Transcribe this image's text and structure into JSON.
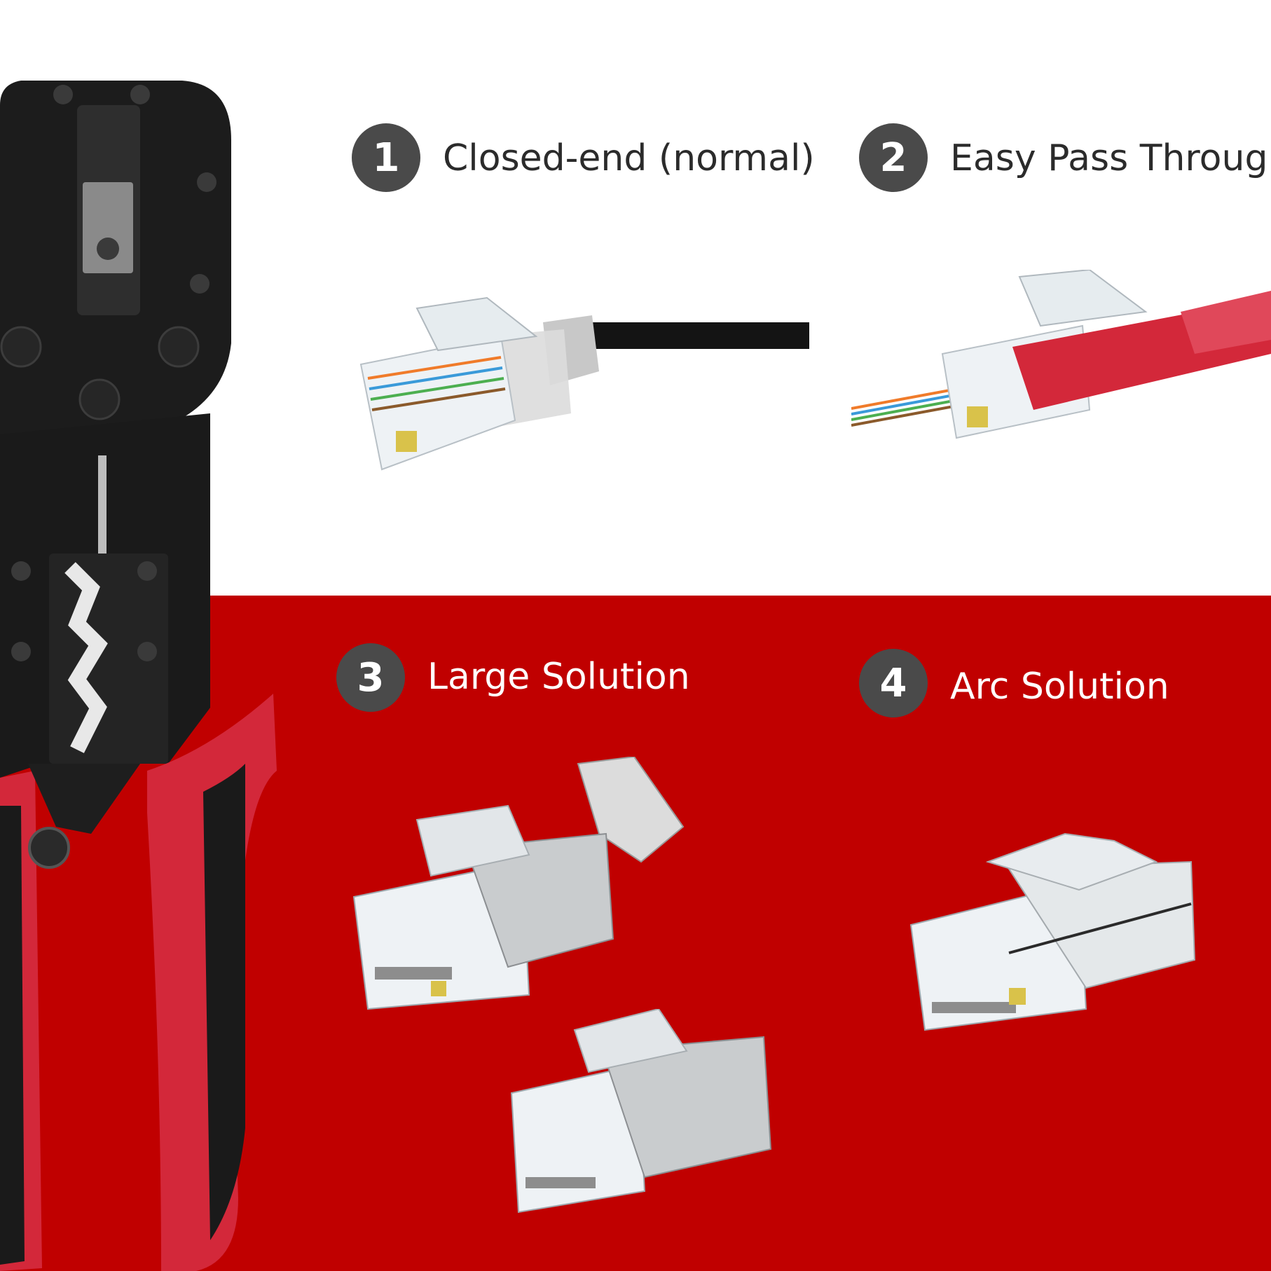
{
  "colors": {
    "top_background": "#ffffff",
    "bottom_background": "#c00000",
    "badge": "#4a4a4a",
    "tool_body": "#1c1c1c",
    "tool_grip": "#d3283a"
  },
  "sections": [
    {
      "number": "1",
      "title": "Closed-end (normal)"
    },
    {
      "number": "2",
      "title": "Easy Pass Through"
    },
    {
      "number": "3",
      "title": "Large Solution"
    },
    {
      "number": "4",
      "title": "Arc Solution"
    }
  ],
  "pictures": {
    "tool": "crimping-tool",
    "plug1": "closed-end-rj45-plug-with-black-cable",
    "plug2": "pass-through-rj45-plug-with-red-boot",
    "plug3": "shielded-rj45-plugs",
    "plug4": "clear-rj45-plug"
  }
}
